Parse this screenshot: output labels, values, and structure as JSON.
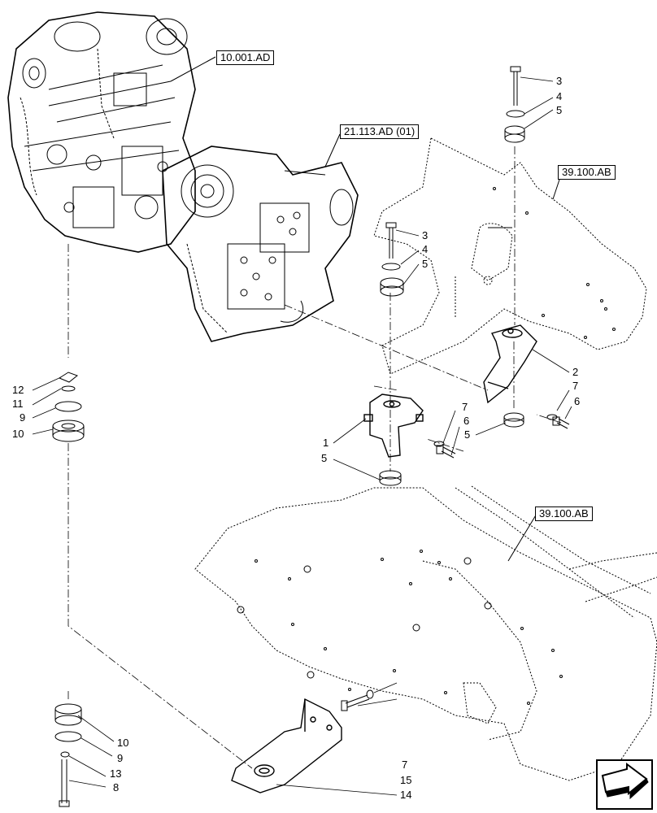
{
  "references": {
    "engine": "10.001.AD",
    "transmission": "21.113.AD (01)",
    "frame_upper": "39.100.AB",
    "frame_lower": "39.100.AB"
  },
  "callouts": {
    "c3a": "3",
    "c4a": "4",
    "c5a": "5",
    "c3b": "3",
    "c4b": "4",
    "c5b": "5",
    "c2": "2",
    "c7a": "7",
    "c6a": "6",
    "c1": "1",
    "c7b": "7",
    "c6b": "6",
    "c5c": "5",
    "c5d": "5",
    "c12": "12",
    "c11": "11",
    "c9a": "9",
    "c10a": "10",
    "c10b": "10",
    "c9b": "9",
    "c13": "13",
    "c8": "8",
    "c7c": "7",
    "c15": "15",
    "c14": "14"
  },
  "icons": {
    "navigation": "next-page-arrow-icon"
  }
}
